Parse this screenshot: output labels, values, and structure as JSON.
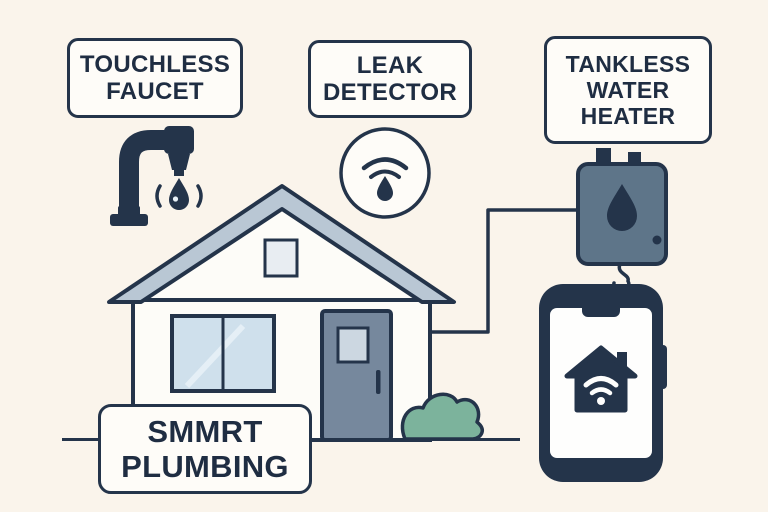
{
  "illustration": {
    "subject": "smart plumbing concept illustration"
  },
  "labels": {
    "touchless_faucet": {
      "lines": [
        "TOUCHLESS",
        "FAUCET"
      ]
    },
    "leak_detector": {
      "lines": [
        "LEAK",
        "DETECTOR"
      ]
    },
    "tankless_water_heater": {
      "lines": [
        "TANKLESS",
        "WATER",
        "HEATER"
      ]
    },
    "brand": {
      "lines": [
        "SMMRT",
        "PLUMBING"
      ]
    }
  },
  "icons": {
    "faucet": "touchless-faucet-icon with falling water drop",
    "leak_detector": "circle badge with wifi waves over a water drop",
    "water_heater": "wall-mounted tankless heater unit with water drop and power cord",
    "smartphone": "phone showing smart-home app icon (house with wifi)",
    "house": "house with window, door and bush",
    "connector": "elbow line linking house to water heater"
  },
  "colors": {
    "background": "#faf4eb",
    "outline_ink": "#24344a",
    "text": "#1f2d42",
    "roof": "#b9c7d4",
    "wall": "#fdfcf8",
    "window_glass": "#cfe0ec",
    "door": "#76889d",
    "bush": "#7cb39c",
    "heater_body": "#5e7589",
    "phone_body": "#24344a",
    "label_fill": "#fefcf8"
  }
}
